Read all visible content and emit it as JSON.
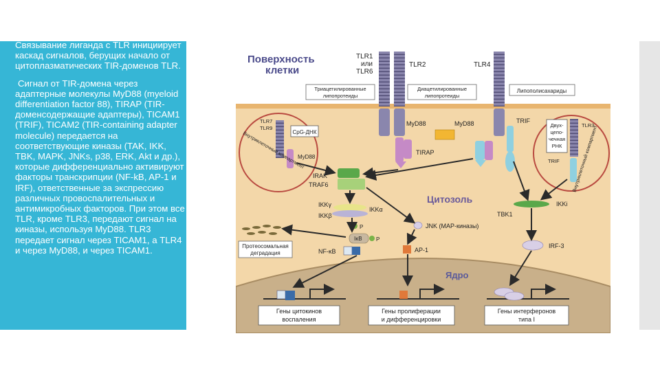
{
  "slide": {
    "paragraph1": "Связывание лиганда с TLR инициирует каскад сигналов, берущих начало от цитоплазматических TIR-доменов TLR.",
    "paragraph2": "Сигнал от TIR-домена через адаптерные молекулы MyD88 (myeloid differentiation factor 88), TIRAP (TIR-доменсодержащие адаптеры), TICAM1 (TRIF), TICAM2 (TIR-containing adapter molecule) передается на соответствующие киназы (TAK, IKK, TBK, MAPK, JNKs, p38, ERK, Akt и др.), которые дифференциально активируют факторы транскрипции (NF-kB, AP-1 и IRF), ответственные за экспрессию различных провоспалительных и антимикробных факторов. При этом все TLR, кроме TLR3, передают сигнал на киназы, используя MyD88. TLR3 передает сигнал через TICAM1, а TLR4 и через MyD88, и через TICAM1."
  },
  "diagram": {
    "surface_title_1": "Поверхность",
    "surface_title_2": "клетки",
    "tlr1_l1": "TLR1",
    "tlr1_l2": "или",
    "tlr1_l3": "TLR6",
    "tlr2": "TLR2",
    "tlr4": "TLR4",
    "lig1_l1": "Триацетилированные",
    "lig1_l2": "липопротеиды",
    "lig2_l1": "Диацетилированные",
    "lig2_l2": "липопротеиды",
    "lig3": "Липополисахариды",
    "tlr7": "TLR7",
    "tlr9": "TLR9",
    "cpg": "CpG-ДНК",
    "myd88_left": "MyD88",
    "endo_left": "Внутриклеточный компартмент",
    "myd88_mid": "MyD88",
    "myd88_mid2": "MyD88",
    "tirap": "TIRAP",
    "trif": "TRIF",
    "dsrna_l1": "Двух-",
    "dsrna_l2": "цепо-",
    "dsrna_l3": "чечная",
    "dsrna_l4": "РНК",
    "tlr3": "TLR3",
    "trif_right": "TRIF",
    "endo_right": "Внутриклеточный компартмент",
    "irak": "IRAK",
    "traf6": "TRAF6",
    "cytosol": "Цитозоль",
    "ikkg": "IKKγ",
    "ikka": "IKKα",
    "ikkb": "IKKβ",
    "p1": "P",
    "p2": "P",
    "ikb": "IκB",
    "nfkb": "NF-κB",
    "jnk": "JNK (MAP-киназы)",
    "ap1": "AP-1",
    "tbk1": "TBK1",
    "ikki": "IKKi",
    "irf3": "IRF-3",
    "proteasome_l1": "Протеосомальная",
    "proteasome_l2": "деградация",
    "nucleus": "Ядро",
    "gene1_l1": "Гены цитокинов",
    "gene1_l2": "воспаления",
    "gene2_l1": "Гены пролиферации",
    "gene2_l2": "и дифференцировки",
    "gene3_l1": "Гены интерферонов",
    "gene3_l2": "типа I"
  },
  "colors": {
    "panel": "#36b6d6",
    "cytosol": "#f3d7a9",
    "nucleus": "#c9b08a",
    "receptor": "#8a86ad",
    "myd88": "#c58ac6",
    "tirap": "#f2b632",
    "trif": "#8fd0e0",
    "traf6": "#a7d17a",
    "irak": "#5aa84a",
    "compartment": "#b94a40"
  }
}
